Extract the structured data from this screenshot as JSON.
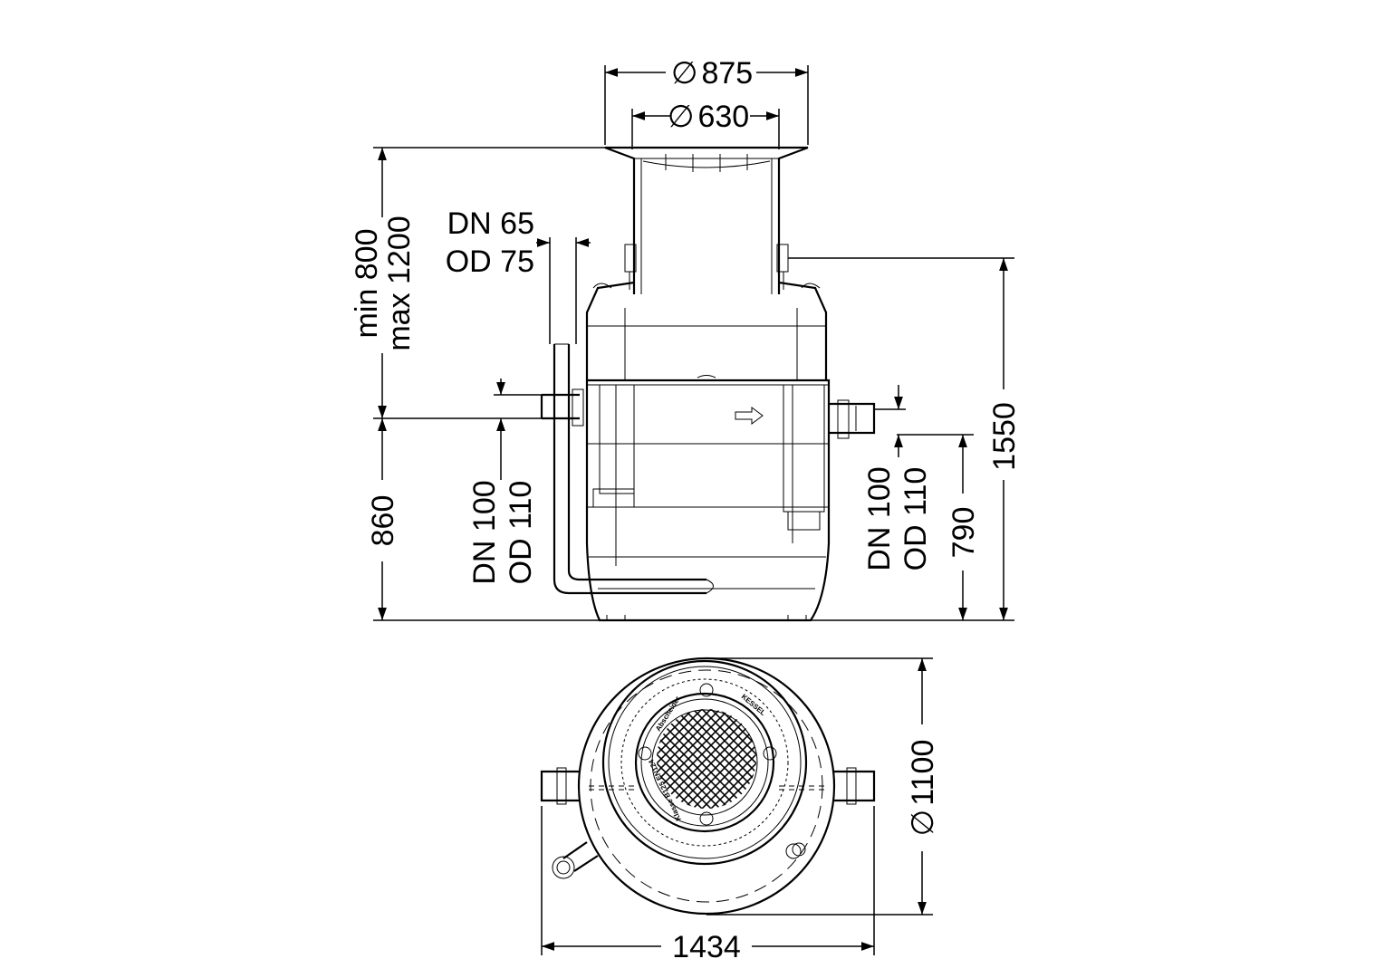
{
  "dimensions": {
    "outer_cover_diameter": "875",
    "inner_cover_diameter": "630",
    "height_min": "min 800",
    "height_max": "max 1200",
    "vent_pipe_dn": "DN 65",
    "vent_pipe_od": "OD 75",
    "inlet_height": "860",
    "inlet_dn": "DN 100",
    "inlet_od": "OD 110",
    "outlet_dn": "DN 100",
    "outlet_od": "OD 110",
    "outlet_height": "790",
    "total_height": "1550",
    "tank_diameter": "1100",
    "total_width": "1434",
    "diameter_symbol": "∅"
  },
  "cover_markings": {
    "product": "Abscheider",
    "brand": "KESSEL",
    "class": "Klasse B125 EN124"
  },
  "colors": {
    "line": "#000000",
    "background": "#ffffff"
  }
}
